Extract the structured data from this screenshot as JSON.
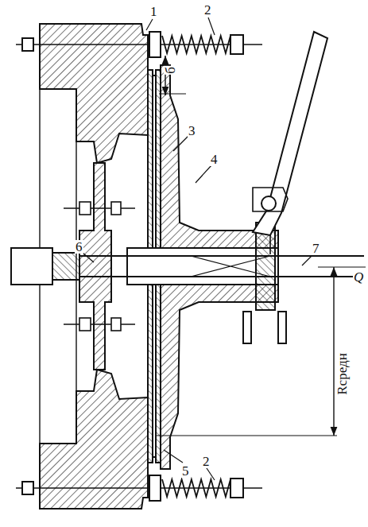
{
  "diagram": {
    "labels": [
      "1",
      "2",
      "3",
      "4",
      "5",
      "2",
      "6",
      "7",
      "б",
      "Q",
      "Rсредн"
    ]
  }
}
